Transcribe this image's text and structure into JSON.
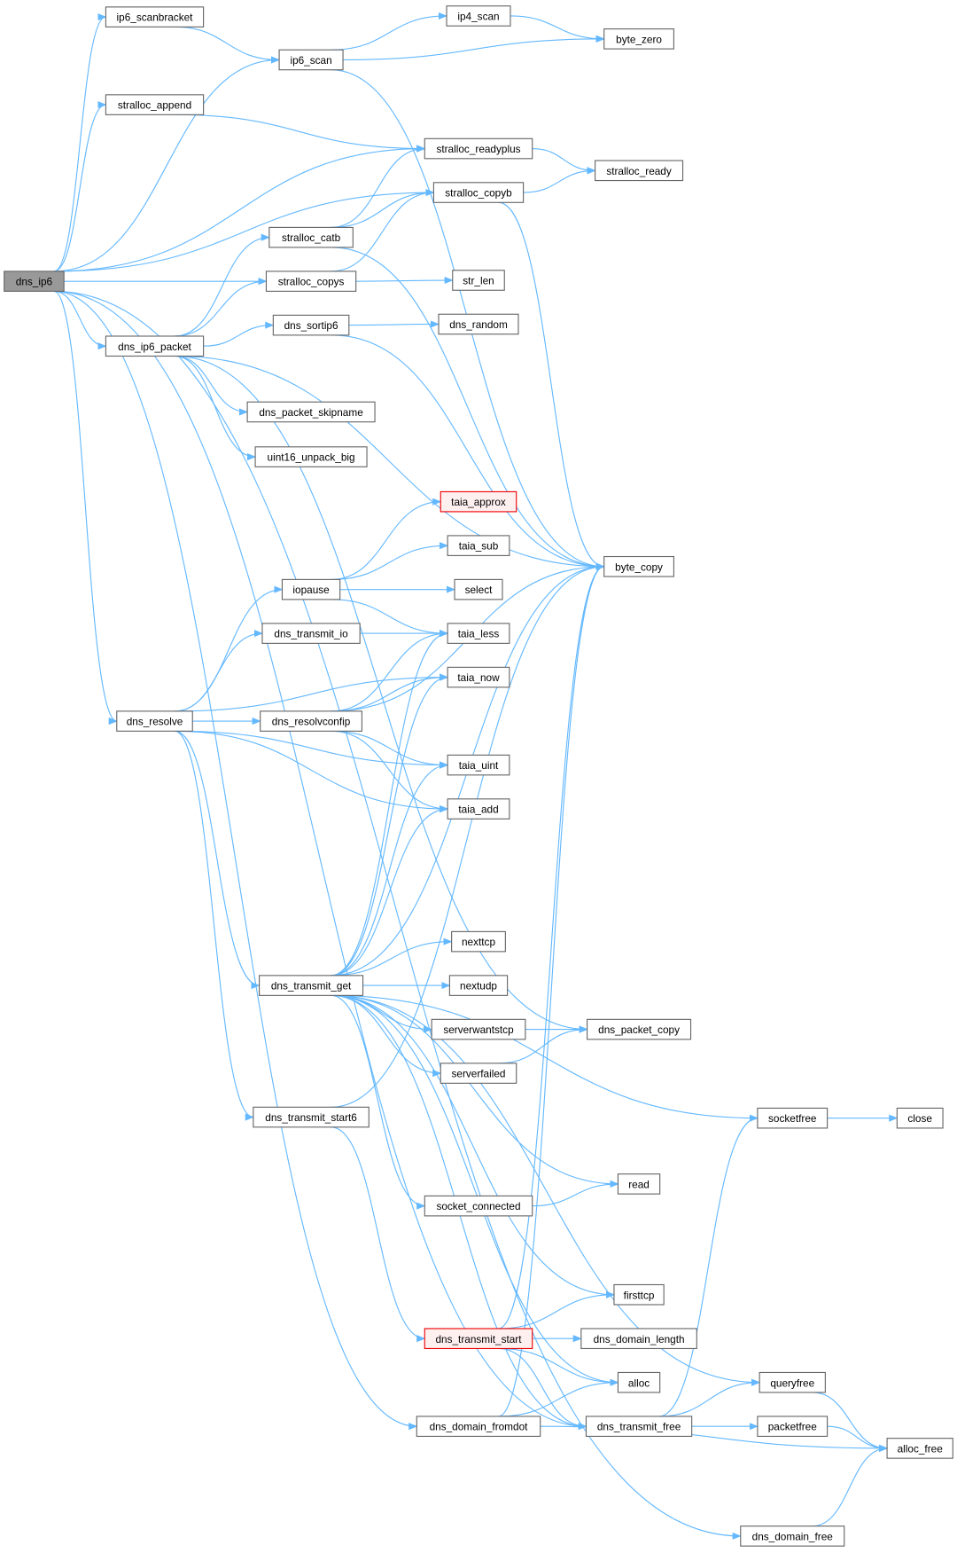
{
  "graph": {
    "root": "dns_ip6",
    "nodes": [
      {
        "id": "dns_ip6",
        "label": "dns_ip6",
        "style": "root"
      },
      {
        "id": "ip6_scanbracket",
        "label": "ip6_scanbracket"
      },
      {
        "id": "ip6_scan",
        "label": "ip6_scan"
      },
      {
        "id": "ip4_scan",
        "label": "ip4_scan"
      },
      {
        "id": "byte_zero",
        "label": "byte_zero"
      },
      {
        "id": "stralloc_append",
        "label": "stralloc_append"
      },
      {
        "id": "stralloc_readyplus",
        "label": "stralloc_readyplus"
      },
      {
        "id": "stralloc_ready",
        "label": "stralloc_ready"
      },
      {
        "id": "stralloc_copyb",
        "label": "stralloc_copyb"
      },
      {
        "id": "stralloc_catb",
        "label": "stralloc_catb"
      },
      {
        "id": "stralloc_copys",
        "label": "stralloc_copys"
      },
      {
        "id": "str_len",
        "label": "str_len"
      },
      {
        "id": "dns_sortip6",
        "label": "dns_sortip6"
      },
      {
        "id": "dns_random",
        "label": "dns_random"
      },
      {
        "id": "dns_ip6_packet",
        "label": "dns_ip6_packet"
      },
      {
        "id": "dns_packet_skipname",
        "label": "dns_packet_skipname"
      },
      {
        "id": "uint16_unpack_big",
        "label": "uint16_unpack_big"
      },
      {
        "id": "taia_approx",
        "label": "taia_approx",
        "style": "red"
      },
      {
        "id": "taia_sub",
        "label": "taia_sub"
      },
      {
        "id": "byte_copy",
        "label": "byte_copy"
      },
      {
        "id": "iopause",
        "label": "iopause"
      },
      {
        "id": "select",
        "label": "select"
      },
      {
        "id": "dns_transmit_io",
        "label": "dns_transmit_io"
      },
      {
        "id": "taia_less",
        "label": "taia_less"
      },
      {
        "id": "taia_now",
        "label": "taia_now"
      },
      {
        "id": "dns_resolve",
        "label": "dns_resolve"
      },
      {
        "id": "dns_resolvconfip",
        "label": "dns_resolvconfip"
      },
      {
        "id": "taia_uint",
        "label": "taia_uint"
      },
      {
        "id": "taia_add",
        "label": "taia_add"
      },
      {
        "id": "nexttcp",
        "label": "nexttcp"
      },
      {
        "id": "dns_transmit_get",
        "label": "dns_transmit_get"
      },
      {
        "id": "nextudp",
        "label": "nextudp"
      },
      {
        "id": "serverwantstcp",
        "label": "serverwantstcp"
      },
      {
        "id": "dns_packet_copy",
        "label": "dns_packet_copy"
      },
      {
        "id": "serverfailed",
        "label": "serverfailed"
      },
      {
        "id": "dns_transmit_start6",
        "label": "dns_transmit_start6"
      },
      {
        "id": "socketfree",
        "label": "socketfree"
      },
      {
        "id": "close",
        "label": "close"
      },
      {
        "id": "read",
        "label": "read"
      },
      {
        "id": "socket_connected",
        "label": "socket_connected"
      },
      {
        "id": "firsttcp",
        "label": "firsttcp"
      },
      {
        "id": "dns_transmit_start",
        "label": "dns_transmit_start",
        "style": "red"
      },
      {
        "id": "dns_domain_length",
        "label": "dns_domain_length"
      },
      {
        "id": "alloc",
        "label": "alloc"
      },
      {
        "id": "queryfree",
        "label": "queryfree"
      },
      {
        "id": "dns_domain_fromdot",
        "label": "dns_domain_fromdot"
      },
      {
        "id": "dns_transmit_free",
        "label": "dns_transmit_free"
      },
      {
        "id": "packetfree",
        "label": "packetfree"
      },
      {
        "id": "alloc_free",
        "label": "alloc_free"
      },
      {
        "id": "dns_domain_free",
        "label": "dns_domain_free"
      }
    ],
    "edges": [
      [
        "dns_ip6",
        "ip6_scanbracket"
      ],
      [
        "dns_ip6",
        "ip6_scan"
      ],
      [
        "dns_ip6",
        "stralloc_append"
      ],
      [
        "dns_ip6",
        "stralloc_readyplus"
      ],
      [
        "dns_ip6",
        "stralloc_copyb"
      ],
      [
        "dns_ip6",
        "stralloc_copys"
      ],
      [
        "dns_ip6",
        "dns_ip6_packet"
      ],
      [
        "dns_ip6",
        "dns_resolve"
      ],
      [
        "dns_ip6",
        "dns_domain_fromdot"
      ],
      [
        "dns_ip6",
        "dns_transmit_free"
      ],
      [
        "dns_ip6",
        "dns_domain_free"
      ],
      [
        "ip6_scanbracket",
        "ip6_scan"
      ],
      [
        "ip6_scan",
        "ip4_scan"
      ],
      [
        "ip6_scan",
        "byte_zero"
      ],
      [
        "ip6_scan",
        "byte_copy"
      ],
      [
        "ip4_scan",
        "byte_zero"
      ],
      [
        "stralloc_append",
        "stralloc_readyplus"
      ],
      [
        "stralloc_readyplus",
        "stralloc_ready"
      ],
      [
        "stralloc_copyb",
        "stralloc_ready"
      ],
      [
        "stralloc_copyb",
        "byte_copy"
      ],
      [
        "stralloc_catb",
        "stralloc_readyplus"
      ],
      [
        "stralloc_catb",
        "stralloc_copyb"
      ],
      [
        "stralloc_catb",
        "byte_copy"
      ],
      [
        "stralloc_copys",
        "stralloc_copyb"
      ],
      [
        "stralloc_copys",
        "str_len"
      ],
      [
        "dns_ip6_packet",
        "stralloc_catb"
      ],
      [
        "dns_ip6_packet",
        "stralloc_copys"
      ],
      [
        "dns_ip6_packet",
        "dns_sortip6"
      ],
      [
        "dns_ip6_packet",
        "dns_packet_skipname"
      ],
      [
        "dns_ip6_packet",
        "uint16_unpack_big"
      ],
      [
        "dns_ip6_packet",
        "byte_copy"
      ],
      [
        "dns_ip6_packet",
        "dns_packet_copy"
      ],
      [
        "dns_sortip6",
        "dns_random"
      ],
      [
        "dns_sortip6",
        "byte_copy"
      ],
      [
        "dns_resolve",
        "iopause"
      ],
      [
        "dns_resolve",
        "dns_transmit_io"
      ],
      [
        "dns_resolve",
        "taia_now"
      ],
      [
        "dns_resolve",
        "dns_resolvconfip"
      ],
      [
        "dns_resolve",
        "taia_uint"
      ],
      [
        "dns_resolve",
        "taia_add"
      ],
      [
        "dns_resolve",
        "dns_transmit_get"
      ],
      [
        "dns_resolve",
        "dns_transmit_start6"
      ],
      [
        "iopause",
        "taia_approx"
      ],
      [
        "iopause",
        "taia_sub"
      ],
      [
        "iopause",
        "select"
      ],
      [
        "iopause",
        "taia_less"
      ],
      [
        "dns_transmit_io",
        "taia_less"
      ],
      [
        "dns_resolvconfip",
        "taia_now"
      ],
      [
        "dns_resolvconfip",
        "byte_copy"
      ],
      [
        "dns_resolvconfip",
        "taia_uint"
      ],
      [
        "dns_resolvconfip",
        "taia_add"
      ],
      [
        "dns_resolvconfip",
        "taia_less"
      ],
      [
        "dns_transmit_get",
        "taia_less"
      ],
      [
        "dns_transmit_get",
        "taia_now"
      ],
      [
        "dns_transmit_get",
        "taia_uint"
      ],
      [
        "dns_transmit_get",
        "taia_add"
      ],
      [
        "dns_transmit_get",
        "byte_copy"
      ],
      [
        "dns_transmit_get",
        "socketfree"
      ],
      [
        "dns_transmit_get",
        "nexttcp"
      ],
      [
        "dns_transmit_get",
        "nextudp"
      ],
      [
        "dns_transmit_get",
        "serverwantstcp"
      ],
      [
        "dns_transmit_get",
        "serverfailed"
      ],
      [
        "dns_transmit_get",
        "read"
      ],
      [
        "dns_transmit_get",
        "socket_connected"
      ],
      [
        "dns_transmit_get",
        "queryfree"
      ],
      [
        "dns_transmit_get",
        "firsttcp"
      ],
      [
        "dns_transmit_get",
        "alloc"
      ],
      [
        "dns_transmit_get",
        "dns_transmit_free"
      ],
      [
        "serverwantstcp",
        "dns_packet_copy"
      ],
      [
        "serverfailed",
        "dns_packet_copy"
      ],
      [
        "dns_transmit_start6",
        "byte_copy"
      ],
      [
        "dns_transmit_start6",
        "dns_transmit_start"
      ],
      [
        "socket_connected",
        "read"
      ],
      [
        "socketfree",
        "close"
      ],
      [
        "dns_transmit_start",
        "firsttcp"
      ],
      [
        "dns_transmit_start",
        "dns_domain_length"
      ],
      [
        "dns_transmit_start",
        "alloc"
      ],
      [
        "dns_transmit_start",
        "dns_transmit_free"
      ],
      [
        "dns_transmit_start",
        "byte_copy"
      ],
      [
        "dns_domain_fromdot",
        "alloc"
      ],
      [
        "dns_domain_fromdot",
        "alloc_free"
      ],
      [
        "dns_domain_fromdot",
        "byte_copy"
      ],
      [
        "dns_transmit_free",
        "socketfree"
      ],
      [
        "dns_transmit_free",
        "queryfree"
      ],
      [
        "dns_transmit_free",
        "packetfree"
      ],
      [
        "queryfree",
        "alloc_free"
      ],
      [
        "packetfree",
        "alloc_free"
      ],
      [
        "dns_domain_free",
        "alloc_free"
      ]
    ]
  },
  "colors": {
    "edge": "#63b8ff",
    "root_fill": "#999999",
    "highlight_border": "#ff0000"
  }
}
